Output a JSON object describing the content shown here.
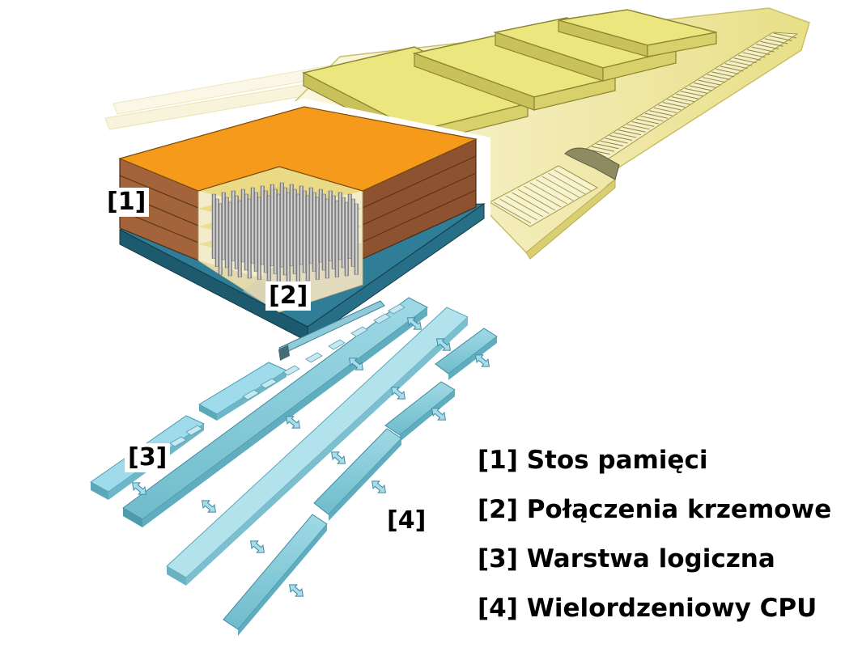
{
  "callouts": {
    "stack": "[1]",
    "tsv": "[2]",
    "logic": "[3]",
    "cpu": "[4]"
  },
  "legend": [
    {
      "text": "[1] Stos pamięci"
    },
    {
      "text": "[2] Połączenia krzemowe"
    },
    {
      "text": "[3] Warstwa logiczna"
    },
    {
      "text": "[4] Wielordzeniowy CPU"
    }
  ],
  "colors": {
    "pcb": "#eeeaa0",
    "pcb_faded": "#f7f3d6",
    "dram_chip": "#e9e57a",
    "stack_top": "#f59a1a",
    "stack_side": "#a3643c",
    "substrate": "#2f7d96",
    "tsv_panel": "#ede6b8",
    "logic_bar": "#7fc7d6",
    "logic_bar_light": "#aee0ea",
    "pin": "#9a9a9a"
  }
}
